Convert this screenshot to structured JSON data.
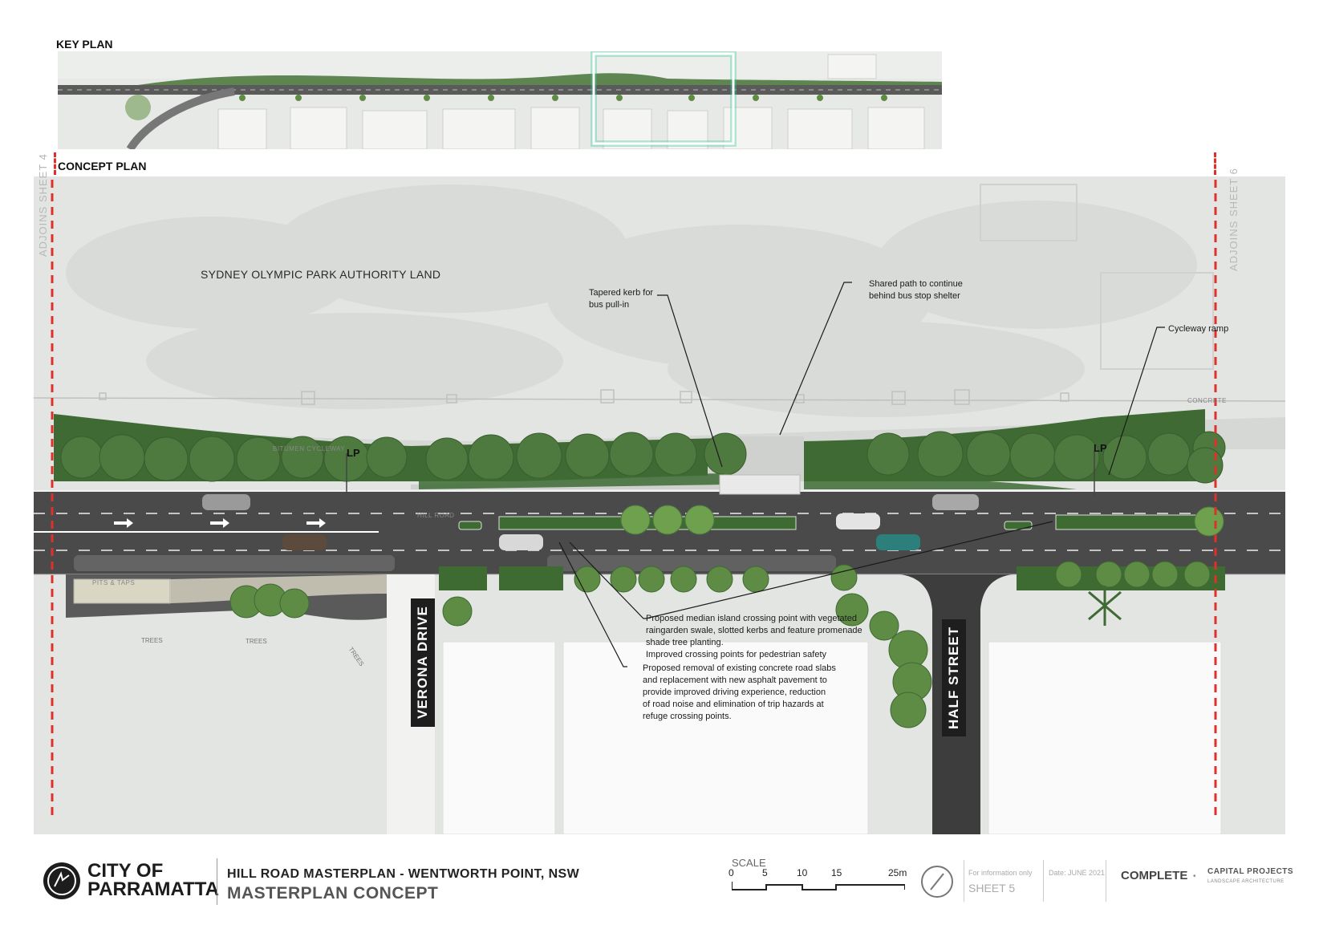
{
  "key_plan": {
    "title": "KEY PLAN"
  },
  "concept_plan": {
    "title": "CONCEPT PLAN",
    "adjoins_left": "ADJOINS SHEET 4",
    "adjoins_right": "ADJOINS SHEET 6",
    "land_label": "SYDNEY OLYMPIC PARK AUTHORITY LAND",
    "road_label": "HILL ROAD",
    "cycleway_label": "BITUMEN CYCLEWAY",
    "concrete_label": "CONCRETE",
    "lp_left": "LP",
    "lp_right": "LP",
    "pits_label": "PITS & TAPS",
    "trees_labels": [
      "TREES",
      "TREES",
      "TREES"
    ],
    "streets": {
      "verona": "VERONA DRIVE",
      "half": "HALF STREET"
    },
    "annotations": {
      "tapered_kerb": [
        "Tapered kerb for",
        "bus pull-in"
      ],
      "shared_path": [
        "Shared path to continue",
        "behind bus stop shelter"
      ],
      "cycleway_ramp": [
        "Cycleway ramp"
      ],
      "median_island": [
        "Proposed median island crossing point with vegetated",
        "raingarden swale, slotted kerbs and feature promenade",
        "shade tree planting.",
        "Improved crossing points for pedestrian safety"
      ],
      "road_slabs": [
        "Proposed removal of existing concrete road slabs",
        "and replacement with new asphalt pavement to",
        "provide improved driving experience, reduction",
        "of road noise and elimination of trip hazards at",
        "refuge crossing points."
      ]
    }
  },
  "footer": {
    "logo_line1": "CITY OF",
    "logo_line2": "PARRAMATTA",
    "title": "HILL ROAD MASTERPLAN - WENTWORTH POINT, NSW",
    "subtitle": "MASTERPLAN CONCEPT",
    "scale_label": "SCALE",
    "scale_ticks": [
      "0",
      "5",
      "10",
      "15",
      "25m"
    ],
    "purpose": "For information only",
    "sheet": "SHEET 5",
    "date": "Date: JUNE 2021",
    "complete": "COMPLETE",
    "firm": "CAPITAL PROJECTS",
    "firm_sub": "LANDSCAPE ARCHITECTURE"
  },
  "colors": {
    "boundary": "#e0302c",
    "highlight": "#34c79a",
    "road": "#4a4a4a",
    "tree": "#4f7a3f",
    "tree_light": "#6ea04e"
  }
}
